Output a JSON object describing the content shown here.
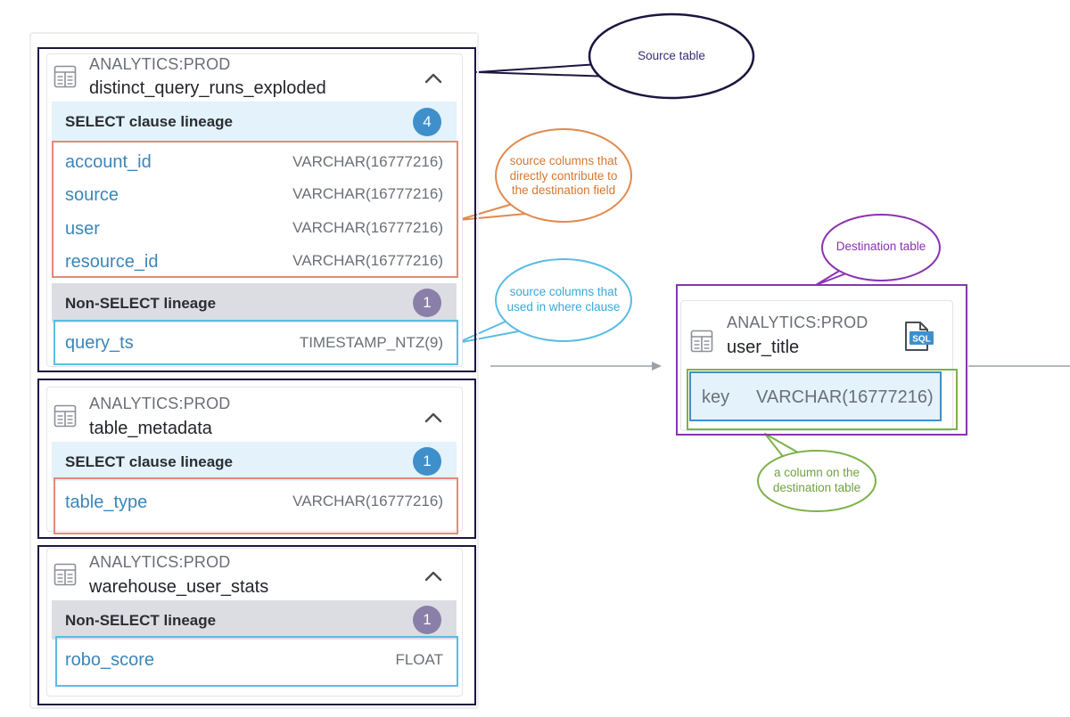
{
  "source_tables": [
    {
      "db": "ANALYTICS:PROD",
      "table": "distinct_query_runs_exploded",
      "select_section": {
        "label": "SELECT clause lineage",
        "count": "4",
        "columns": [
          {
            "name": "account_id",
            "type": "VARCHAR(16777216)"
          },
          {
            "name": "source",
            "type": "VARCHAR(16777216)"
          },
          {
            "name": "user",
            "type": "VARCHAR(16777216)"
          },
          {
            "name": "resource_id",
            "type": "VARCHAR(16777216)"
          }
        ]
      },
      "non_select_section": {
        "label": "Non-SELECT lineage",
        "count": "1",
        "columns": [
          {
            "name": "query_ts",
            "type": "TIMESTAMP_NTZ(9)"
          }
        ]
      }
    },
    {
      "db": "ANALYTICS:PROD",
      "table": "table_metadata",
      "select_section": {
        "label": "SELECT clause lineage",
        "count": "1",
        "columns": [
          {
            "name": "table_type",
            "type": "VARCHAR(16777216)"
          }
        ]
      }
    },
    {
      "db": "ANALYTICS:PROD",
      "table": "warehouse_user_stats",
      "non_select_section": {
        "label": "Non-SELECT lineage",
        "count": "1",
        "columns": [
          {
            "name": "robo_score",
            "type": "FLOAT"
          }
        ]
      }
    }
  ],
  "destination": {
    "db": "ANALYTICS:PROD",
    "table": "user_title",
    "sql_badge": "SQL",
    "column": {
      "name": "key",
      "type": "VARCHAR(16777216)"
    }
  },
  "callouts": {
    "source_table": "Source table",
    "direct_columns": "source columns that directly contribute to the destination field",
    "where_columns": "source columns that used in where clause",
    "destination_table": "Destination table",
    "destination_column": "a column on the destination table"
  },
  "colors": {
    "select_bg": "#e3f2fb",
    "non_select_bg": "#dbdde2",
    "badge_blue": "#3f8fcb",
    "badge_purple": "#8a7fa8",
    "column_link": "#3a86b8",
    "annotation_dark": "#1b1640",
    "annotation_orange": "#e08a50",
    "annotation_cyan": "#5bbce3",
    "annotation_purple": "#8a33b0",
    "annotation_green": "#7db14a"
  }
}
